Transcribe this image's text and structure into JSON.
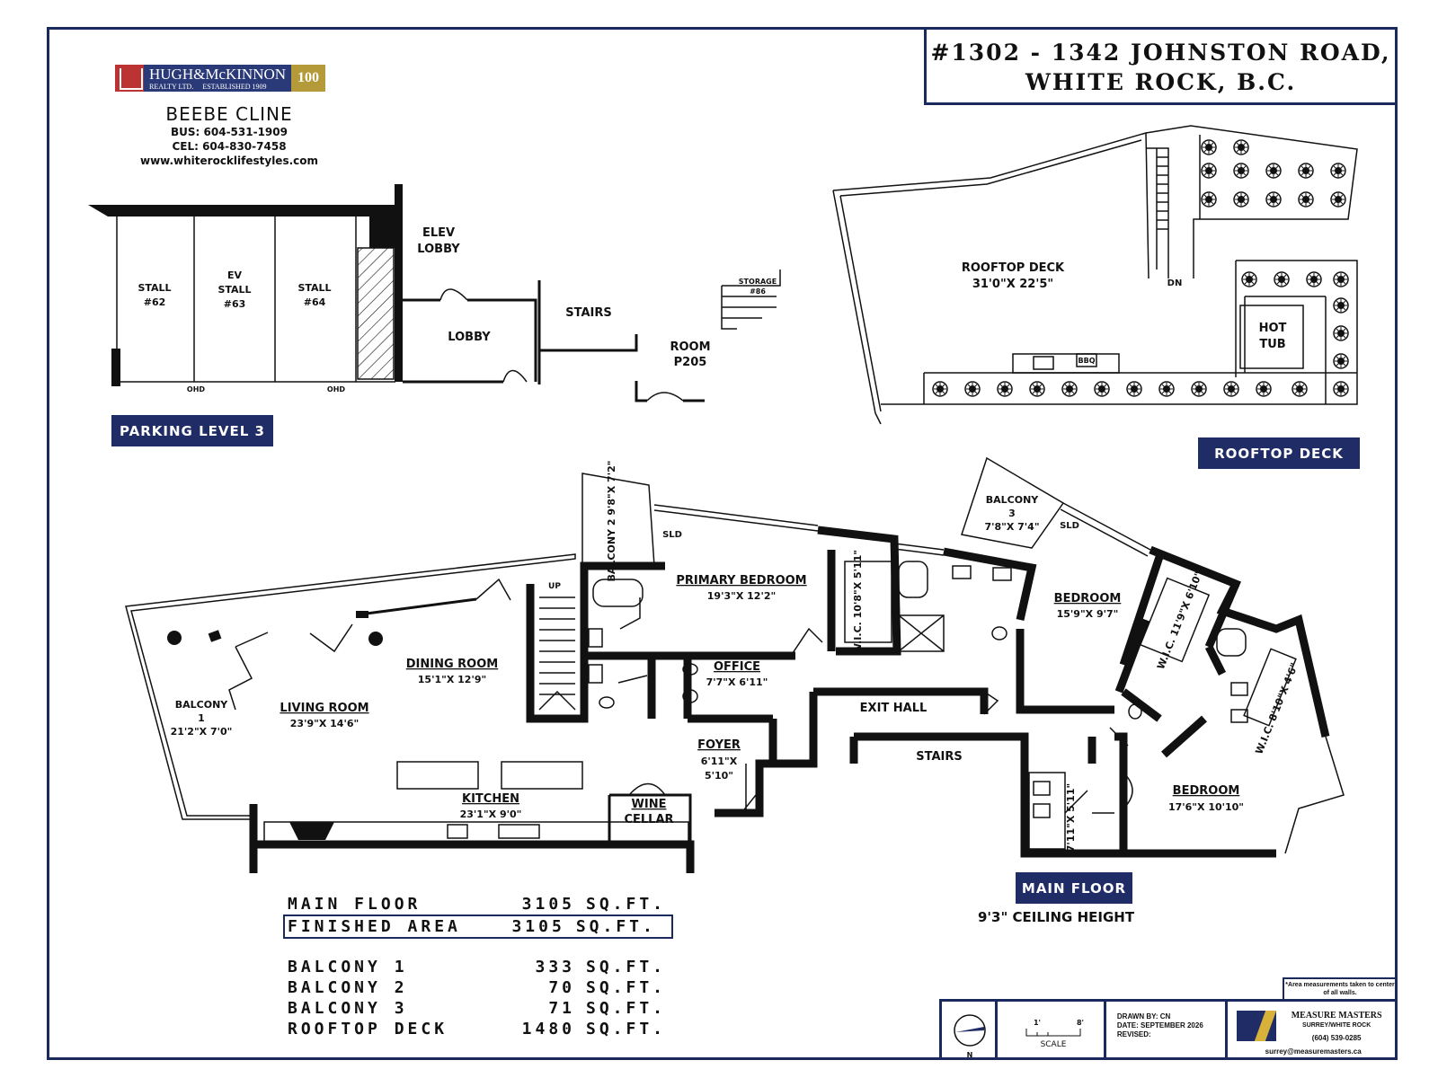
{
  "title": {
    "line1": "#1302 - 1342 JOHNSTON ROAD,",
    "line2": "WHITE ROCK, B.C."
  },
  "brand": {
    "name": "HUGH&McKINNON",
    "sub_left": "REALTY LTD.",
    "sub_right": "ESTABLISHED 1909",
    "badge": "100"
  },
  "agent": {
    "name": "BEEBE CLINE",
    "bus": "BUS: 604-531-1909",
    "cel": "CEL: 604-830-7458",
    "web": "www.whiterocklifestyles.com"
  },
  "section_labels": {
    "parking": "PARKING LEVEL 3",
    "rooftop": "ROOFTOP DECK",
    "main": "MAIN FLOOR"
  },
  "parking": {
    "stall_62": [
      "STALL",
      "#62"
    ],
    "stall_63": [
      "EV",
      "STALL",
      "#63"
    ],
    "stall_64": [
      "STALL",
      "#64"
    ],
    "ohd": "OHD",
    "elev_lobby": [
      "ELEV",
      "LOBBY"
    ],
    "lobby": "LOBBY",
    "stairs": "STAIRS",
    "room": [
      "ROOM",
      "P205"
    ],
    "storage": [
      "STORAGE",
      "#86"
    ]
  },
  "rooftop": {
    "deck": [
      "ROOFTOP DECK",
      "31'0\"X 22'5\""
    ],
    "dn": "DN",
    "bbq": "BBQ",
    "hot_tub": [
      "HOT",
      "TUB"
    ]
  },
  "rooms": {
    "balcony1": [
      "BALCONY",
      "1",
      "21'2\"X 7'0\""
    ],
    "living": [
      "LIVING ROOM",
      "23'9\"X 14'6\""
    ],
    "dining": [
      "DINING ROOM",
      "15'1\"X 12'9\""
    ],
    "kitchen": [
      "KITCHEN",
      "23'1\"X    9'0\""
    ],
    "wine": [
      "WINE",
      "CELLAR"
    ],
    "foyer": [
      "FOYER",
      "6'11\"X",
      "5'10\""
    ],
    "balcony2": "BALCONY 2   9'8\"X 7'2\"",
    "primary": [
      "PRIMARY BEDROOM",
      "19'3\"X 12'2\""
    ],
    "wic1": "W.I.C.   10'8\"X 5'11\"",
    "office": [
      "OFFICE",
      "7'7\"X 6'11\""
    ],
    "exit_hall": "EXIT HALL",
    "stairs": "STAIRS",
    "up": "UP",
    "sld": "SLD",
    "balcony3": [
      "BALCONY",
      "3",
      "7'8\"X 7'4\""
    ],
    "bedroom2": [
      "BEDROOM",
      "15'9\"X 9'7\""
    ],
    "wic2": "W.I.C.   11'9\"X 6'10\"",
    "wic3": "W.I.C.   8'10\"X 4'6\"",
    "bedroom3": [
      "BEDROOM",
      "17'6\"X 10'10\""
    ],
    "laundry": "7'11\"X 5'11\""
  },
  "areas": [
    {
      "name": "MAIN FLOOR",
      "value": "3105",
      "unit": "SQ.FT."
    },
    {
      "name": "FINISHED AREA",
      "value": "3105",
      "unit": "SQ.FT."
    },
    {
      "name": "BALCONY 1",
      "value": "333",
      "unit": "SQ.FT."
    },
    {
      "name": "BALCONY 2",
      "value": "70",
      "unit": "SQ.FT."
    },
    {
      "name": "BALCONY 3",
      "value": "71",
      "unit": "SQ.FT."
    },
    {
      "name": "ROOFTOP DECK",
      "value": "1480",
      "unit": "SQ.FT."
    }
  ],
  "ceiling": "9'3\" CEILING HEIGHT",
  "note": "*Area measurements taken to center of all walls.",
  "title_block": {
    "scale": "SCALE",
    "scale_start": "1'",
    "scale_end": "8'",
    "north": "N",
    "drawn_by": "DRAWN BY: CN",
    "date": "DATE: SEPTEMBER 2026",
    "revised": "REVISED:",
    "company": "MEASURE MASTERS",
    "company_sub": "SURREY/WHITE ROCK",
    "phone": "(604) 539-0285",
    "email": "surrey@measuremasters.ca"
  },
  "colors": {
    "navy": "#1f2c66",
    "frame": "#1a2a5c",
    "brand_red": "#b33333",
    "brand_gold": "#b59a3a"
  }
}
